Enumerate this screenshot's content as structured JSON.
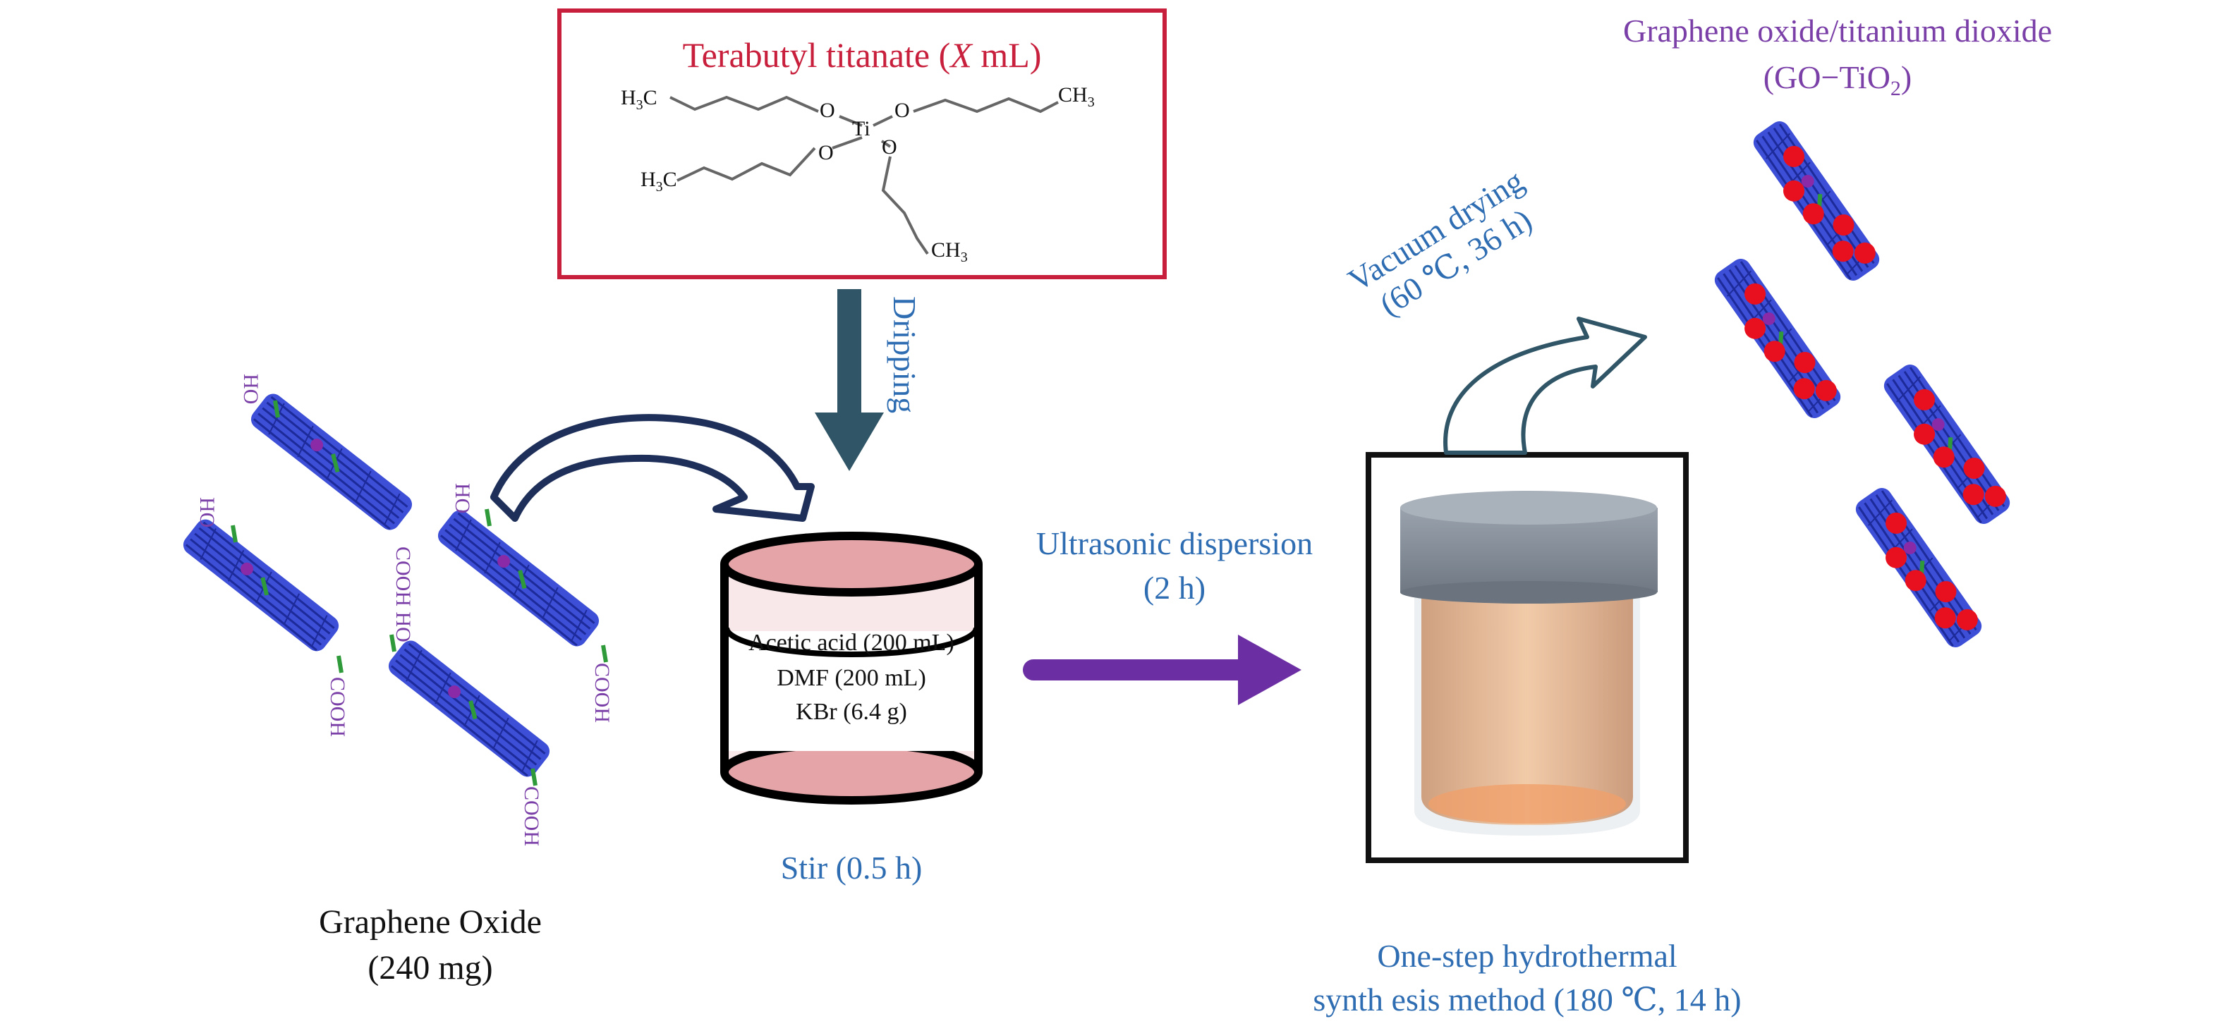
{
  "reagent_box": {
    "title_prefix": "Terabutyl titanate (",
    "title_var": "X",
    "title_suffix": " mL)",
    "molecule": {
      "h3c_left_top": "H",
      "h3c_left_bottom": "H",
      "ch3_right": "CH",
      "ch3_bottom": "CH",
      "sub3": "3",
      "c": "C",
      "o": "O",
      "ti": "Ti"
    }
  },
  "steps": {
    "dripping": "Dripping",
    "ultrasonic_line1": "Ultrasonic dispersion",
    "ultrasonic_line2": "(2 h)",
    "stir": "Stir (0.5 h)",
    "vacuum_line1": "Vacuum drying",
    "vacuum_line2": "(60 ℃, 36 h)",
    "hydrothermal_line1": "One-step hydrothermal",
    "hydrothermal_line2": "synth esis method (180 ℃, 14 h)"
  },
  "beaker": {
    "line1": "Acetic acid (200 mL)",
    "line2": "DMF (200 mL)",
    "line3": "KBr (6.4 g)"
  },
  "graphene_oxide": {
    "name": "Graphene Oxide",
    "amount": "(240 mg)",
    "group_ho": "HO",
    "group_cooh": "COOH",
    "group_cooh_ho": "COOH HO"
  },
  "product": {
    "line1": "Graphene oxide/titanium dioxide",
    "line2_prefix": "(GO−TiO",
    "line2_sub": "2",
    "line2_suffix": ")"
  },
  "colors": {
    "sheet_blue": "#3d4fd6",
    "sheet_dark": "#1d2a9a",
    "red_dot": "#e8101e",
    "purple_group": "#8a2aa6",
    "green_bond": "#2e9a3a",
    "beaker_fill": "#e5a4a8",
    "lid_grey": "#7e8894",
    "down_arrow": "#2f5566",
    "right_arrow": "#6b2fa3",
    "box_border": "#c8203c"
  }
}
